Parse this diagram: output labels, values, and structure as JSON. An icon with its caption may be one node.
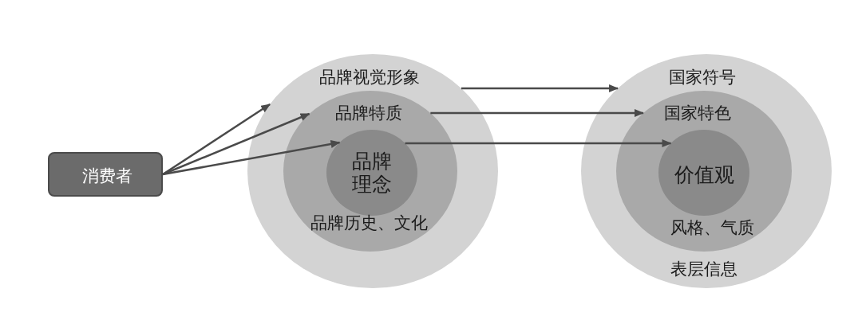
{
  "diagram": {
    "nodes": [
      {
        "text": [
          "消费者"
        ]
      },
      {
        "text": [
          "品牌视觉形象"
        ]
      },
      {
        "text": [
          "品牌特质",
          "品牌历史、文化"
        ],
        "in": 1
      },
      {
        "text": [
          "品牌理念"
        ],
        "in": 2
      },
      {
        "text": [
          "国家符号",
          "表层信息"
        ]
      },
      {
        "text": [
          "国家特色",
          "风格、气质"
        ],
        "in": 4
      },
      {
        "text": [
          "价值观"
        ],
        "in": 5
      }
    ],
    "edges": [
      {
        "from": 0,
        "to": 1,
        "arrow": "to"
      },
      {
        "from": 0,
        "to": 2,
        "arrow": "to"
      },
      {
        "from": 0,
        "to": 3,
        "arrow": "to"
      },
      {
        "from": 1,
        "to": 4,
        "arrow": "to"
      },
      {
        "from": 2,
        "to": 5,
        "arrow": "to"
      },
      {
        "from": 3,
        "to": 6,
        "arrow": "to"
      }
    ]
  }
}
